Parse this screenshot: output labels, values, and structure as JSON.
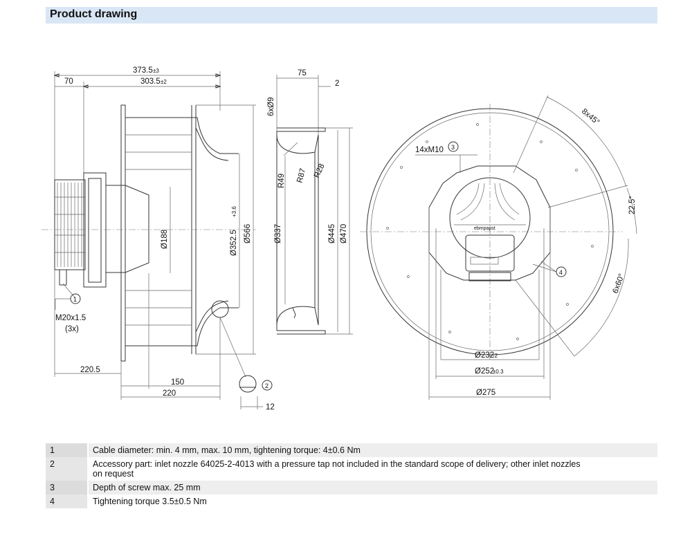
{
  "header": {
    "title": "Product drawing"
  },
  "dims": {
    "d373": "373.5",
    "d373_tol": "±3",
    "d70": "70",
    "d303": "303.5",
    "d303_tol": "±2",
    "d188": "Ø188",
    "d352": "Ø352.5",
    "d352_tol": "+3.6",
    "d566": "Ø566",
    "d220_5": "220.5",
    "d150": "150",
    "d220": "220",
    "m20": "M20x1.5",
    "m20_count": "(3x)",
    "d75": "75",
    "d2": "2",
    "d6x9": "6xØ9",
    "r49": "R49",
    "r87": "R87",
    "r28": "R28",
    "d337": "Ø337",
    "d445": "Ø445",
    "d470": "Ø470",
    "d12": "12",
    "m10": "14xM10",
    "a8x45": "8x45°",
    "a22_5": "22.5°",
    "a6x60": "6x60°",
    "d232": "Ø232",
    "d232_tol": "-2",
    "d252": "Ø252",
    "d252_tol": "±0.3",
    "d275": "Ø275",
    "brand": "ebmpapst"
  },
  "callouts": {
    "c1": "1",
    "c2": "2",
    "c3": "3",
    "c4": "4"
  },
  "notes": [
    {
      "num": "1",
      "line1": "Cable diameter: min. 4 mm, max. 10 mm, tightening torque: 4±0.6 Nm",
      "line2": ""
    },
    {
      "num": "2",
      "line1": "Accessory part: inlet nozzle 64025-2-4013 with a pressure tap not included in the standard scope of delivery; other inlet nozzles",
      "line2": "on request"
    },
    {
      "num": "3",
      "line1": "Depth of screw max. 25 mm",
      "line2": ""
    },
    {
      "num": "4",
      "line1": "Tightening torque 3.5±0.5 Nm",
      "line2": ""
    }
  ]
}
